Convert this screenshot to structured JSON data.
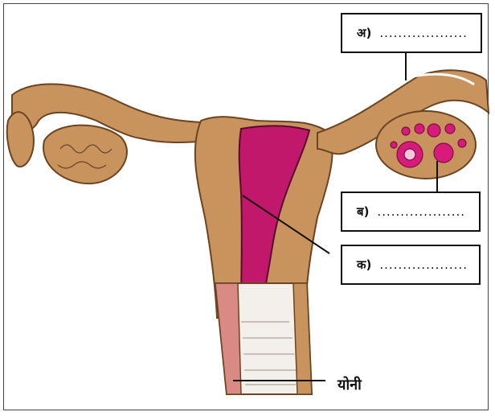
{
  "labels": {
    "a_label": "अ)",
    "a_blank": "...................",
    "b_label": "ब)",
    "b_blank": "...................",
    "c_label": "क)",
    "c_blank": "...................",
    "vagina": "योनी"
  },
  "colors": {
    "tissue": "#c8935c",
    "tissue_dark": "#8b5a2b",
    "cavity": "#c2186b",
    "follicle": "#d81b7a"
  }
}
